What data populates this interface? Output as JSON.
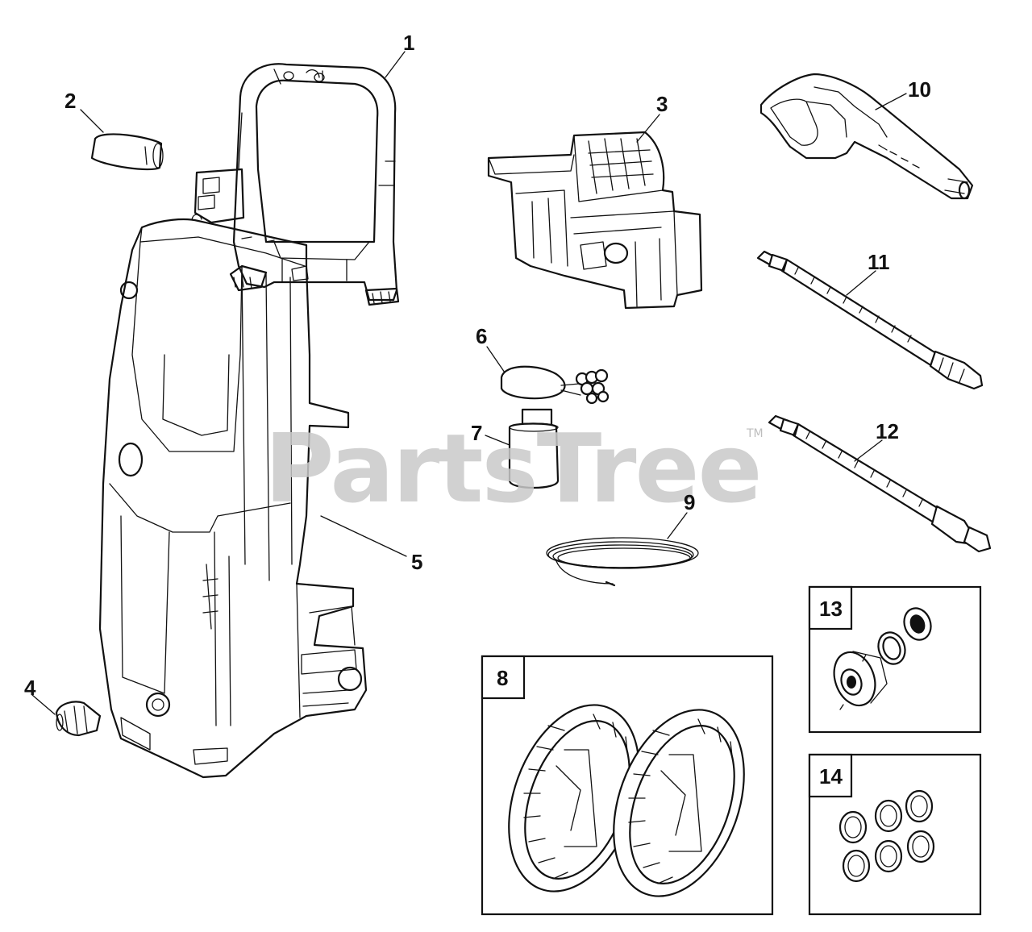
{
  "watermark": {
    "text": "PartsTree",
    "mark": "TM"
  },
  "callouts": [
    {
      "id": "1",
      "label": "1"
    },
    {
      "id": "2",
      "label": "2"
    },
    {
      "id": "3",
      "label": "3"
    },
    {
      "id": "4",
      "label": "4"
    },
    {
      "id": "5",
      "label": "5"
    },
    {
      "id": "6",
      "label": "6"
    },
    {
      "id": "7",
      "label": "7"
    },
    {
      "id": "8",
      "label": "8"
    },
    {
      "id": "9",
      "label": "9"
    },
    {
      "id": "10",
      "label": "10"
    },
    {
      "id": "11",
      "label": "11"
    },
    {
      "id": "12",
      "label": "12"
    },
    {
      "id": "13",
      "label": "13"
    },
    {
      "id": "14",
      "label": "14"
    }
  ]
}
